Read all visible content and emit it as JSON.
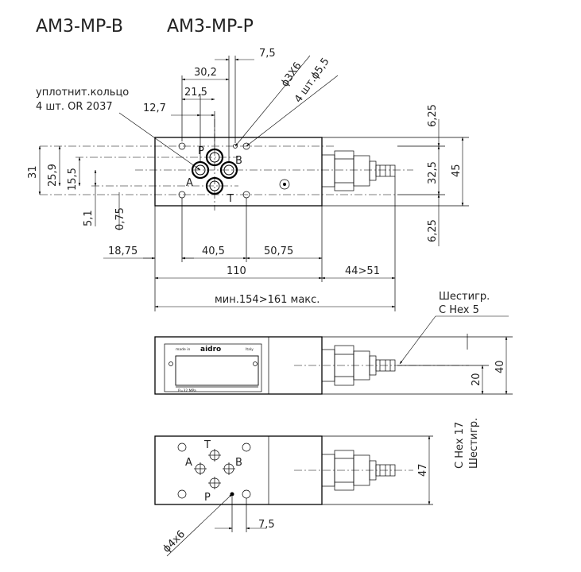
{
  "title": {
    "model_b": "AM3-MP-B",
    "model_p": "AM3-MP-P"
  },
  "top_view": {
    "seal_label_1": "уплотнит.кольцо",
    "seal_label_2": "4 шт. OR 2037",
    "dims": {
      "d_7_5": "7,5",
      "d_30_2": "30,2",
      "d_21_5": "21,5",
      "d_12_7": "12,7",
      "hole_3x6": "ϕ3X6",
      "hole_4x5_5": "4 шт.ϕ5,5",
      "d_31": "31",
      "d_25_9": "25,9",
      "d_15_5": "15,5",
      "d_5_1": "5,1",
      "d_0_75": "0,75",
      "d_18_75": "18,75",
      "d_40_5": "40,5",
      "d_50_75": "50,75",
      "d_110": "110",
      "d_44_51": "44>51",
      "d_total": "мин.154>161 макс.",
      "d_6_25_top": "6,25",
      "d_32_5": "32,5",
      "d_45": "45",
      "d_6_25_bot": "6,25"
    },
    "ports": {
      "p": "P",
      "b": "B",
      "a": "A",
      "t": "T"
    }
  },
  "side_view": {
    "hex5_label_1": "Шестигр.",
    "hex5_label_2": "C Hex 5",
    "hex17_label_1": "C Hex 17",
    "hex17_label_2": "Шестигр.",
    "d_20": "20",
    "d_40": "40",
    "plate_made_in": "made in",
    "plate_italy": "Italy",
    "plate_brand": "aidro",
    "plate_pressure": "P=32 MPa"
  },
  "bottom_view": {
    "ports": {
      "t": "T",
      "a": "A",
      "b": "B",
      "p": "P"
    },
    "d_47": "47",
    "d_7_5": "7,5",
    "hole_4x6": "ϕ4x6"
  }
}
